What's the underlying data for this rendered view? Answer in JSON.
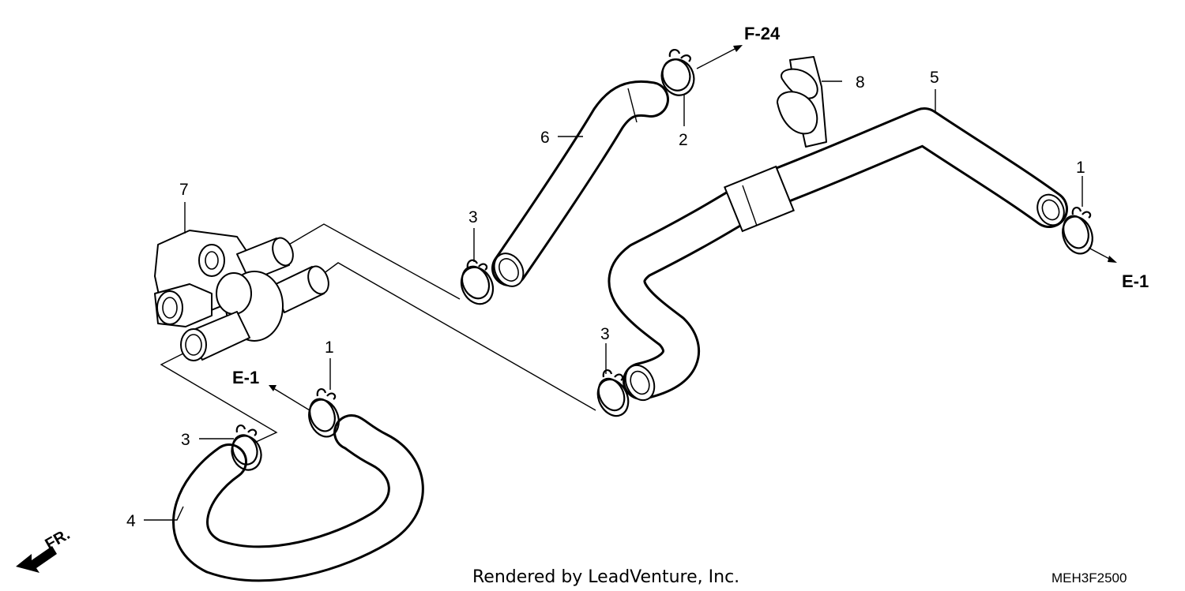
{
  "callouts": {
    "c1_left": "1",
    "c1_right": "1",
    "c2": "2",
    "c3_top": "3",
    "c3_mid": "3",
    "c3_left": "3",
    "c4": "4",
    "c5": "5",
    "c6": "6",
    "c7": "7",
    "c8": "8"
  },
  "references": {
    "f24": "F-24",
    "e1_left": "E-1",
    "e1_right": "E-1"
  },
  "front_indicator": "FR.",
  "credit": "Rendered by LeadVenture, Inc.",
  "diagram_code": "MEH3F2500"
}
